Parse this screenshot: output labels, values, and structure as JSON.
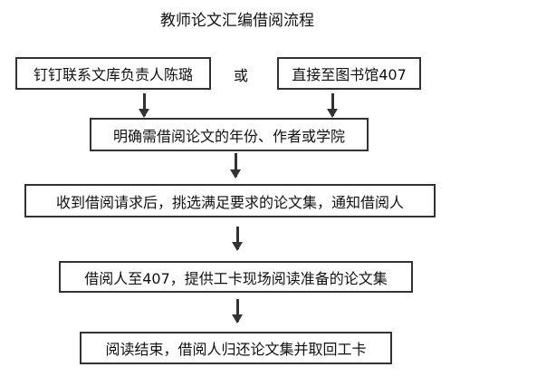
{
  "title": "教师论文汇编借阅流程",
  "steps": {
    "contact_dingtalk": "钉钉联系文库负责人陈璐",
    "or_label": "或",
    "go_direct": "直接至图书馆407",
    "specify": "明确需借阅论文的年份、作者或学院",
    "prepare": "收到借阅请求后，挑选满足要求的论文集，通知借阅人",
    "read_onsite": "借阅人至407，提供工卡现场阅读准备的论文集",
    "return": "阅读结束，借阅人归还论文集并取回工卡"
  }
}
